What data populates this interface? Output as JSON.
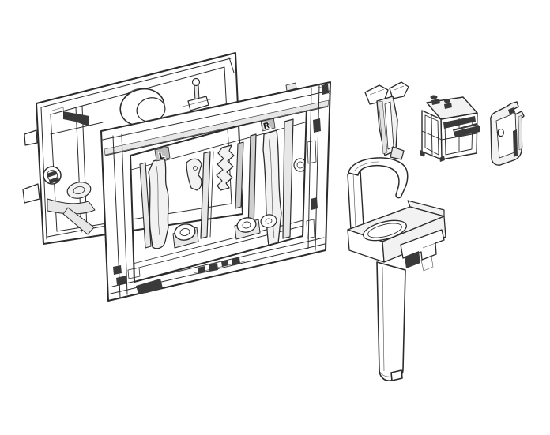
{
  "illustration": {
    "background_color": "#ffffff",
    "line_color": "#2b2b2b",
    "shade_color": "#e3e3e3",
    "accent_dark": "#3a3a3a",
    "markings": {
      "left": "L",
      "right": "R"
    },
    "parts": [
      {
        "name": "outer-mounting-frame"
      },
      {
        "name": "inner-mechanism-frame"
      },
      {
        "name": "locking-pin"
      },
      {
        "name": "insert-basket"
      },
      {
        "name": "retaining-clip"
      },
      {
        "name": "insert-funnel-with-hook"
      }
    ]
  }
}
